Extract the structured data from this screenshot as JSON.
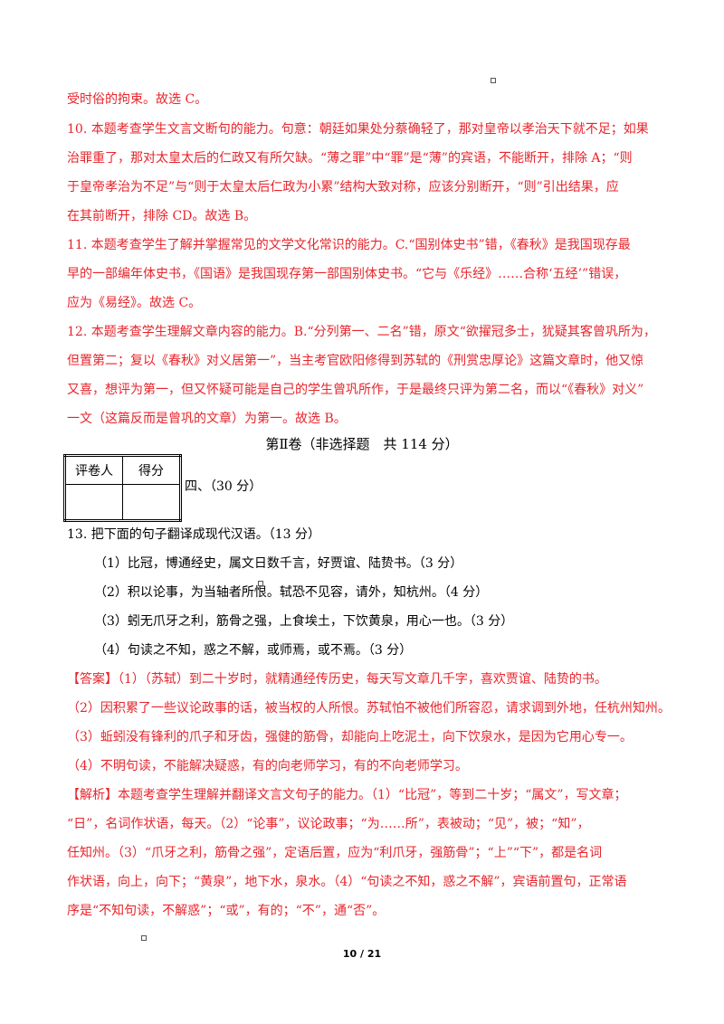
{
  "lines_top": [
    "受时俗的拘束。故选 C。",
    "10. 本题考查学生文言文断句的能力。句意：朝廷如果处分蔡确轻了，那对皇帝以孝治天下就不足；如果",
    "治罪重了，那对太皇太后的仁政又有所欠缺。“薄之罪”中“罪”是“薄”的宾语，不能断开，排除 A；“则",
    "于皇帝孝治为不足”与“则于太皇太后仁政为小累”结构大致对称，应该分别断开，“则”引出结果，应",
    "在其前断开，排除 CD。故选 B。",
    "11. 本题考查学生了解并掌握常见的文学文化常识的能力。C.“国别体史书”错，《春秋》是我国现存最",
    "早的一部编年体史书，《国语》是我国现存第一部国别体史书。“它与《乐经》……合称‘五经’”错误，",
    "应为《易经》。故选 C。",
    "12. 本题考查学生理解文章内容的能力。B.“分列第一、二名”错，原文“欲擢冠多士，犹疑其客曾巩所为，",
    "但置第二；复以《春秋》对义居第一”，当主考官欧阳修得到苏轼的《刑赏忠厚论》这篇文章时，他又惊",
    "又喜，想评为第一，但又怀疑可能是自己的学生曾巩所作，于是最终只评为第二名，而以“《春秋》对义”",
    "一文（这篇反而是曾巩的文章）为第一。故选 B。"
  ],
  "section_heading": "第Ⅱ卷（非选择题　共 114 分）",
  "score_table": {
    "headers": [
      "评卷人",
      "得分"
    ]
  },
  "section_label": "四、（30 分）",
  "q13_title": "13. 把下面的句子翻译成现代汉语。（13 分）",
  "q13_items": [
    "（1）比冠，博通经史，属文日数千言，好贾谊、陆贽书。（3 分）",
    "（2）积以论事，为当轴者所恨。轼恐不见容，请外，知杭州。（4 分）",
    "（3）蚓无爪牙之利，筋骨之强，上食埃土，下饮黄泉，用心一也。（3 分）",
    "（4）句读之不知，惑之不解，或师焉，或不焉。（3 分）"
  ],
  "answer_label": "【答案】",
  "answer_first": "（1）（苏轼）到二十岁时，就精通经传历史，每天写文章几千字，喜欢贾谊、陆贽的书。",
  "answer_lines": [
    "（2）因积累了一些议论政事的话，被当权的人所恨。苏轼怕不被他们所容忍，请求调到外地，任杭州知州。",
    "（3）蚯蚓没有锋利的爪子和牙齿，强健的筋骨，却能向上吃泥土，向下饮泉水，是因为它用心专一。",
    "（4）不明句读，不能解决疑惑，有的向老师学习，有的不向老师学习。"
  ],
  "analysis_label": "【解析】",
  "analysis_first": "本题考查学生理解并翻译文言文句子的能力。（1）“比冠”，等到二十岁；“属文”，写文章；",
  "analysis_lines": [
    "“日”，名词作状语，每天。（2）“论事”，议论政事；“为……所”，表被动；“见”，被；“知”，",
    "任知州。（3）“爪牙之利，筋骨之强”，定语后置，应为“利爪牙，强筋骨”；“上”“下”，都是名词",
    "作状语，向上，向下；“黄泉”，地下水，泉水。（4）“句读之不知，惑之不解”，宾语前置句，正常语",
    "序是“不知句读，不解惑”；“或”，有的；“不”，通“否”。"
  ],
  "page_number": "10 / 21",
  "colors": {
    "answer_red": "#e8242b",
    "text": "#000000"
  }
}
